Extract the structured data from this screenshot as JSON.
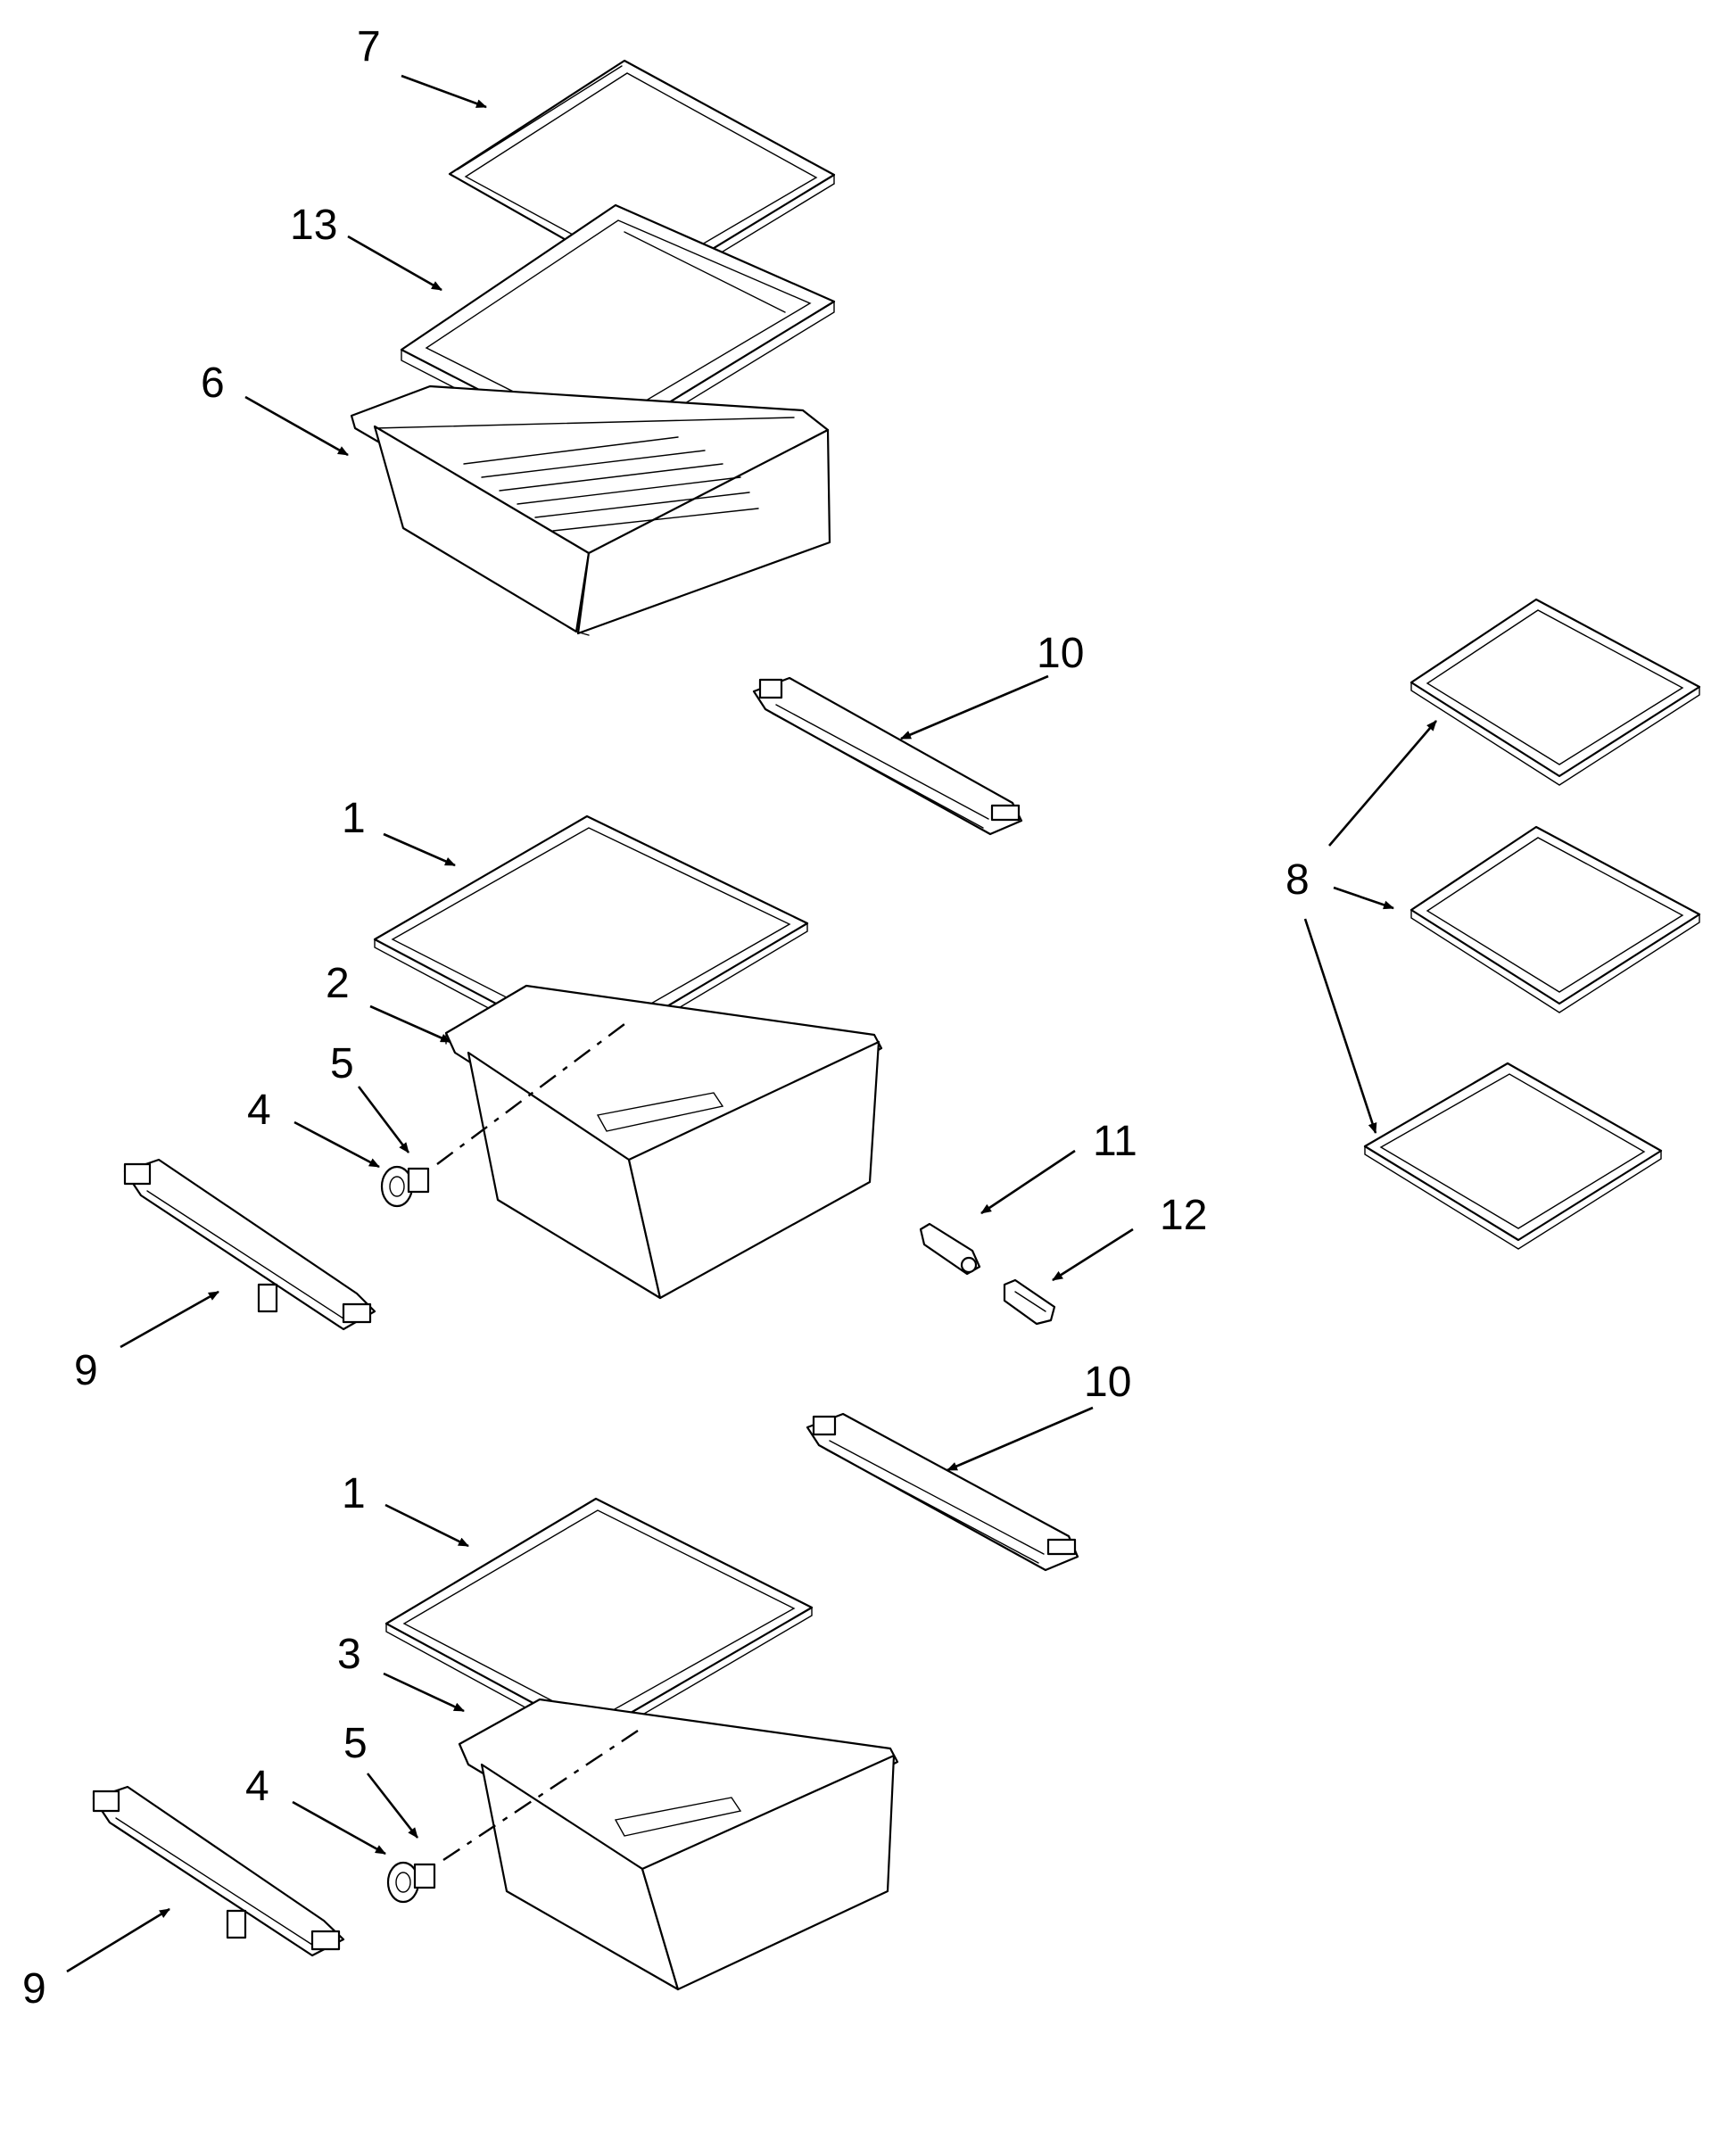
{
  "callouts": {
    "c7": "7",
    "c13": "13",
    "c6": "6",
    "c10_top": "10",
    "c1_top": "1",
    "c2": "2",
    "c5_top": "5",
    "c4_top": "4",
    "c9_top": "9",
    "c11": "11",
    "c12": "12",
    "c10_bottom": "10",
    "c1_bottom": "1",
    "c3": "3",
    "c5_bottom": "5",
    "c4_bottom": "4",
    "c9_bottom": "9",
    "c8": "8"
  },
  "colors": {
    "line": "#000000",
    "background": "#ffffff"
  }
}
